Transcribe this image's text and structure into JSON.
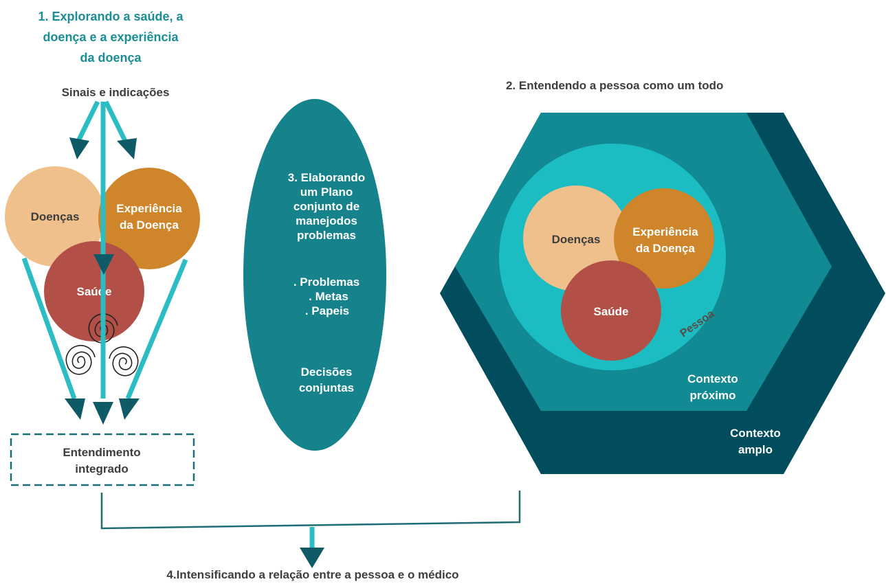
{
  "section1": {
    "title_lines": [
      "1. Explorando a saúde, a",
      "doença e a experiência",
      "da doença"
    ],
    "signals_label": "Sinais e indicações",
    "circles": {
      "disease": "Doenças",
      "illness_lines": [
        "Experiência",
        "da Doença"
      ],
      "health": "Saúde"
    },
    "result_lines": [
      "Entendimento",
      "integrado"
    ]
  },
  "section2": {
    "title": "2. Entendendo a pessoa como um todo",
    "circles": {
      "disease": "Doenças",
      "illness_lines": [
        "Experiência",
        "da Doença"
      ],
      "health": "Saúde"
    },
    "person_label": "Pessoa",
    "near_context_lines": [
      "Contexto",
      "próximo"
    ],
    "broad_context_lines": [
      "Contexto",
      "amplo"
    ]
  },
  "section3": {
    "title_lines": [
      "3. Elaborando",
      "um Plano",
      "conjunto de",
      "manejodos",
      "problemas"
    ],
    "items": [
      ". Problemas",
      ". Metas",
      ". Papeis"
    ],
    "decision_lines": [
      "Decisões",
      "conjuntas"
    ]
  },
  "section4": {
    "title": "4.Intensificando a relação entre a pessoa e o médico"
  },
  "colors": {
    "teal_text": "#1a8e95",
    "arrow_cyan": "#2bbcc4",
    "arrow_head": "#0e5a66",
    "peach": "#efc08c",
    "orange": "#cf852a",
    "red": "#b24f47",
    "ellipse": "#16828c",
    "hex_outer": "#024d5d",
    "hex_inner": "#118a93",
    "person_circle": "#1bbcc2"
  }
}
